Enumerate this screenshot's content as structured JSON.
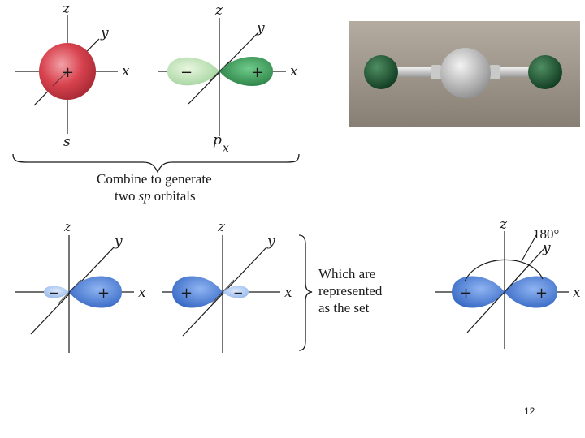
{
  "axes": {
    "x": "x",
    "y": "y",
    "z": "z"
  },
  "signs": {
    "plus": "+",
    "minus": "−"
  },
  "top_row": {
    "s_label": "s",
    "p_label": "p",
    "p_sub": "x"
  },
  "caption": {
    "line1": "Combine to generate",
    "line2_pre": "two",
    "line2_em": "sp",
    "line2_post": "orbitals"
  },
  "which_text": [
    "Which are",
    "represented",
    "as the set"
  ],
  "angle_label": "180°",
  "page_number": "12",
  "colors": {
    "s_orbital": "#d8434f",
    "p_orbital": "#3a9a57",
    "sp_orbital": "#4a7fd4",
    "sp_small": "#a9c6ef",
    "model_bg": "#9e958a"
  }
}
